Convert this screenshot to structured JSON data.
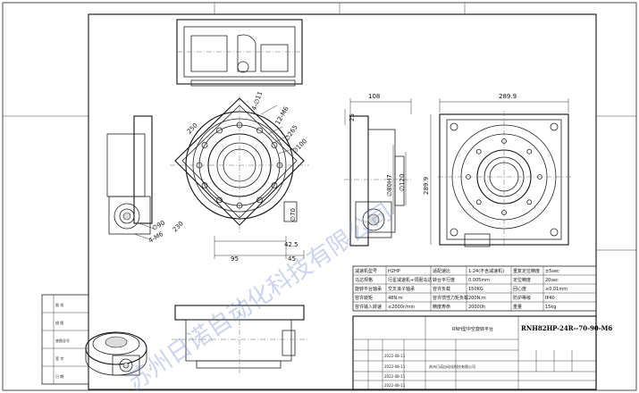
{
  "dimensions": {
    "top_left_4phi11": "4-∅11",
    "bolt_12m6": "12-M6",
    "phi265": "∅265",
    "phi100": "∅100",
    "sq250": "250",
    "sq230": "230",
    "phi90": "∅90",
    "bolt_4m6": "4-M6",
    "phi70": "∅70",
    "d42_5": "42.5",
    "d95": "95",
    "d45": "45",
    "phi80h7": "∅80H7",
    "phi120": "∅120",
    "d108": "108",
    "d25": "25",
    "d289_9_top": "289.9",
    "d289_9_side": "289.9"
  },
  "spec_table": {
    "rows": [
      [
        "减速机型号",
        "H2HP",
        "适配速比",
        "1:24(不含减速机)",
        "重复定位精度",
        "±5sec"
      ],
      [
        "马达规格",
        "行星减速机+伺服马达",
        "转台平行度",
        "0.005mm",
        "定位精度",
        "20sec"
      ],
      [
        "旋转平台轴承",
        "交叉滚子轴承",
        "容许负载",
        "150KG",
        "回心度",
        "≤0.01mm"
      ],
      [
        "容许转矩",
        "48N.m",
        "容许惯性力矩负载",
        "200N.m",
        "防护等级",
        "IP40"
      ],
      [
        "容许输入转速",
        "≤2000r/min",
        "精度寿命",
        "20000h",
        "重量",
        "15kg"
      ]
    ]
  },
  "title_block": {
    "model_number": "RNH82HP-24R--70-90-M6",
    "drawing_name": "RNH型中空旋转平台",
    "date_1": "2022-08-11",
    "date_2": "2022-08-11",
    "date_3": "2022-08-11",
    "date_4": "2022-08-11",
    "company_note": "苏州日诺自动化科技有限公司"
  },
  "revision_block": {
    "labels": [
      "图 纸",
      "描 图",
      "底图总号",
      "签 字",
      "日 期"
    ]
  },
  "watermark": {
    "text": "苏州日诺自动化科技有限公司"
  }
}
